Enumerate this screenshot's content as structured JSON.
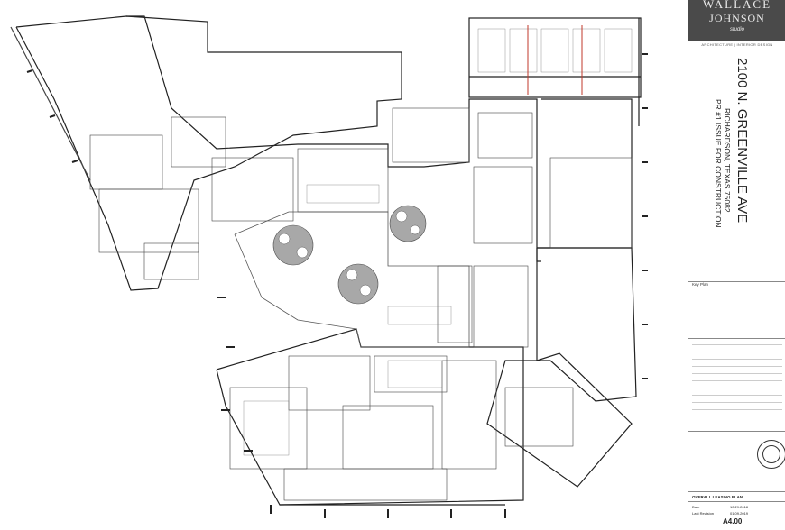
{
  "title_block": {
    "firm_line1": "WALLACE",
    "firm_line2": "JOHNSON",
    "firm_line3": "studio",
    "firm_tagline": "ARCHITECTURE | INTERIOR DESIGN",
    "address": "2100 N. GREENVILLE AVE",
    "city": "RICHARDSON, TEXAS 75082",
    "issue": "PR #1 ISSUE FOR CONSTRUCTION",
    "key_plan_label": "Key Plan",
    "sheet_title": "OVERALL LEASING PLAN",
    "date_label": "Date",
    "date_value": "10.29.2018",
    "revision_label": "Last Revision",
    "revision_value": "01.09.2019",
    "sheet_number": "A4.00"
  }
}
